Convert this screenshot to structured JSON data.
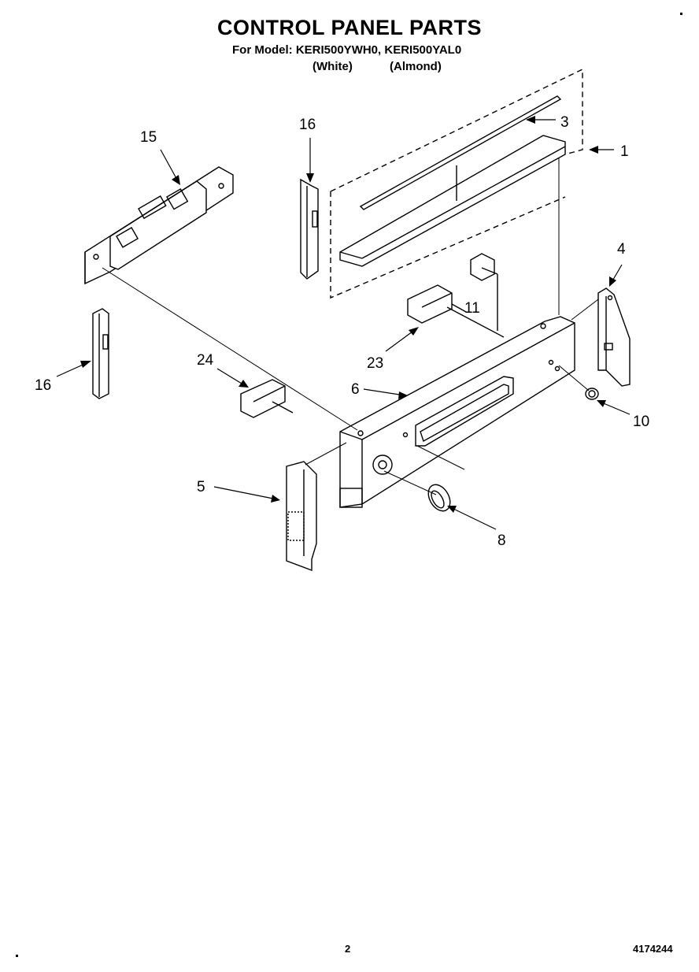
{
  "header": {
    "title": "CONTROL PANEL PARTS",
    "model_line": "For Model: KERI500YWH0, KERI500YAL0",
    "color_white": "(White)",
    "color_almond": "(Almond)"
  },
  "callouts": [
    "1",
    "3",
    "4",
    "5",
    "6",
    "8",
    "10",
    "11",
    "15",
    "16",
    "16",
    "23",
    "24"
  ],
  "footer": {
    "page_number": "2",
    "document_number": "4174244"
  }
}
